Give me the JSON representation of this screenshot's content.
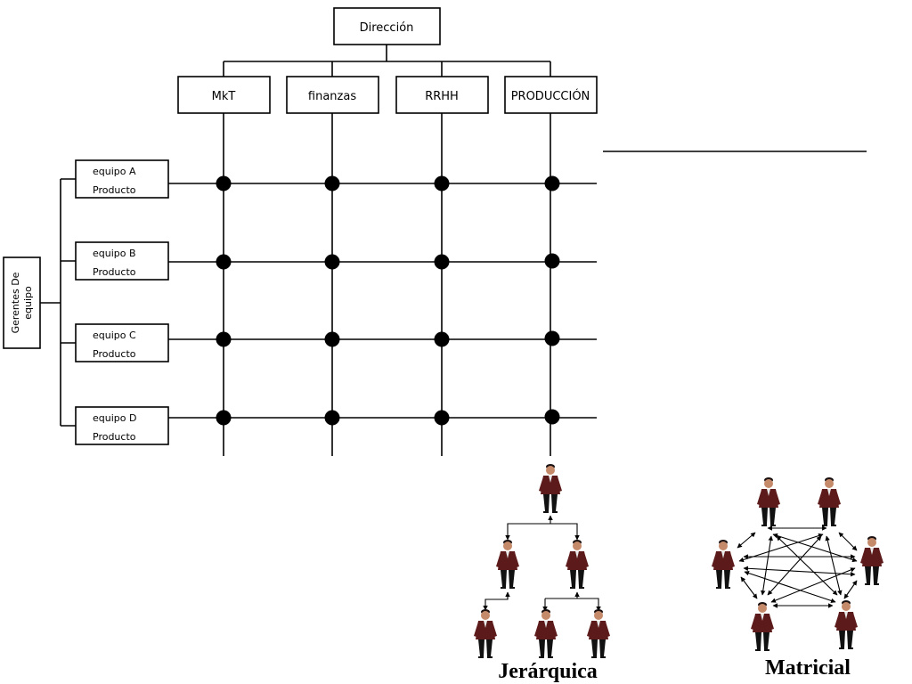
{
  "org_chart": {
    "top": "Dirección",
    "departments": [
      "MkT",
      "finanzas",
      "RRHH",
      "PRODUCCIÓN"
    ],
    "manager_label": [
      "Gerentes De",
      "equipo"
    ],
    "teams": [
      {
        "line1": "equipo A",
        "line2": "Producto"
      },
      {
        "line1": "equipo B",
        "line2": "Producto"
      },
      {
        "line1": "equipo C",
        "line2": "Producto"
      },
      {
        "line1": "equipo D",
        "line2": "Producto"
      }
    ]
  },
  "illustrations": {
    "hierarchical_caption": "Jerárquica",
    "matrix_caption": "Matricial"
  },
  "colors": {
    "line": "#000000",
    "coat": "#5c1a1a",
    "background": "#ffffff"
  }
}
